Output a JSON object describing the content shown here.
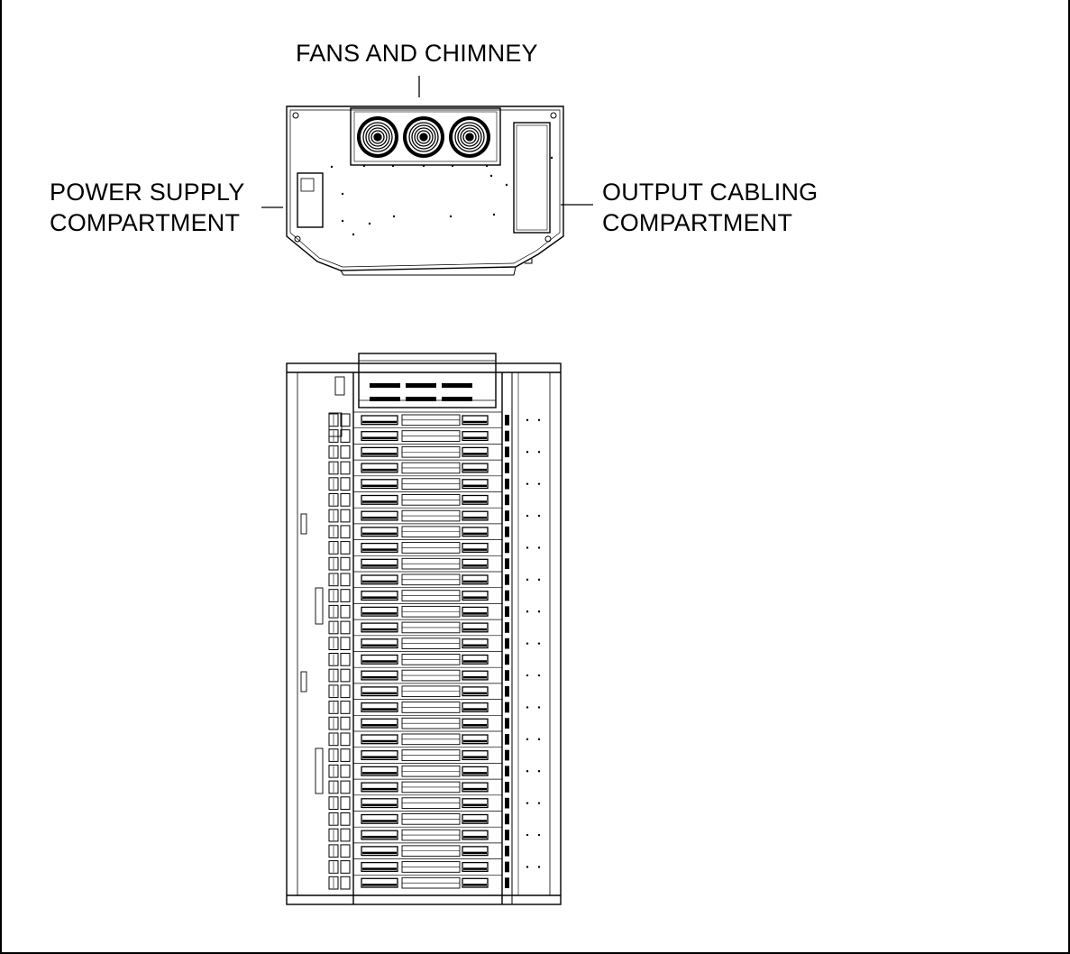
{
  "labels": {
    "fans_and_chimney": "FANS AND CHIMNEY",
    "power_supply": {
      "line1": "POWER SUPPLY",
      "line2": "COMPARTMENT"
    },
    "output_cabling": {
      "line1": "OUTPUT CABLING",
      "line2": "COMPARTMENT"
    }
  },
  "diagram": {
    "fan_count": 3,
    "module_rows": 30,
    "colors": {
      "line": "#000000",
      "background": "#ffffff"
    }
  }
}
